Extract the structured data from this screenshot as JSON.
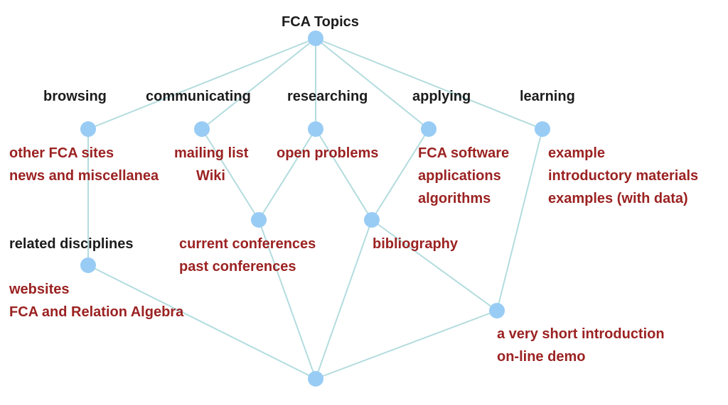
{
  "diagram": {
    "title": "FCA Topics",
    "attributes": {
      "browsing": "browsing",
      "communicating": "communicating",
      "researching": "researching",
      "applying": "applying",
      "learning": "learning",
      "related_disciplines": "related disciplines"
    },
    "objects": {
      "browsing": [
        "other FCA sites",
        "news and miscellanea"
      ],
      "communicating": [
        "mailing list",
        "Wiki"
      ],
      "researching": [
        "open problems"
      ],
      "applying": [
        "FCA software",
        "applications",
        "algorithms"
      ],
      "learning": [
        "example",
        "introductory materials",
        "examples (with data)"
      ],
      "conferences": [
        "current conferences",
        "past conferences"
      ],
      "bibliography": [
        "bibliography"
      ],
      "related_disciplines": [
        "websites",
        "FCA and Relation Algebra"
      ],
      "introduction": [
        "a very short introduction",
        "on-line demo"
      ]
    },
    "colors": {
      "node": "#99ccf5",
      "edge": "#b3dcde",
      "attribute_text": "#1c1c1c",
      "object_text": "#9b2222"
    }
  }
}
